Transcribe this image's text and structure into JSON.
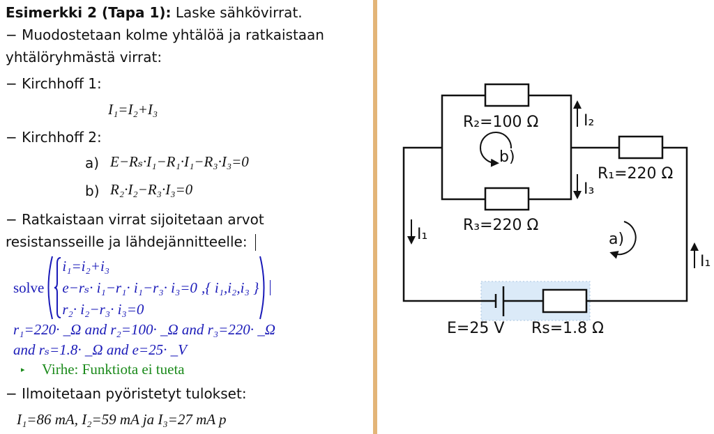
{
  "title": {
    "bold": "Esimerkki 2 (Tapa 1):",
    "rest": " Laske  sähkövirrat."
  },
  "lines": {
    "l1": "− Muodostetaan kolme yhtälöä ja ratkaistaan",
    "l2": "yhtälöryhmästä virrat:",
    "k1": "− Kirchhoff 1:",
    "k1_eq": "I₁=I₂+I₃",
    "k2": "− Kirchhoff 2:",
    "k2a_label": "a)",
    "k2a_eq": "E−Rₛ·I₁−R₁·I₁−R₃·I₃=0",
    "k2b_label": "b)",
    "k2b_eq": "R₂·I₂−R₃·I₃=0",
    "r1": "− Ratkaistaan virrat sijoitetaan arvot",
    "r2": "resistansseille ja lähdejännitteelle:",
    "result_head": "− Ilmoitetaan pyöristetyt tulokset:",
    "result": "I₁=86 mA,   I₂=59 mA   ja I₃=27 mA p"
  },
  "solve": {
    "fn": "solve",
    "eq1": "i₁=i₂+i₃",
    "eq2": "e−rₛ· i₁−r₁· i₁−r₃· i₃=0",
    "vars": ",{ i₁,i₂,i₃ }",
    "eq3": "r₂· i₂−r₃· i₃=0",
    "cond1": "r₁=220· _Ω and r₂=100· _Ω and r₃=220· _Ω",
    "cond2": "and rₛ=1.8· _Ω and e=25· _V",
    "error": "Virhe: Funktiota ei tueta"
  },
  "circuit": {
    "r2": "R₂=100 Ω",
    "r3": "R₃=220 Ω",
    "r1": "R₁=220 Ω",
    "i2": "I₂",
    "i3": "I₃",
    "i1_left": "I₁",
    "i1_right": "I₁",
    "loop_b": "b)",
    "loop_a": "a)",
    "e": "E=25 V",
    "rs": "Rs=1.8 Ω"
  },
  "colors": {
    "divider": "#e3b578",
    "highlight": "#dbeaf8",
    "math_blue": "#1a1ab8",
    "error_green": "#1b8a1b"
  }
}
